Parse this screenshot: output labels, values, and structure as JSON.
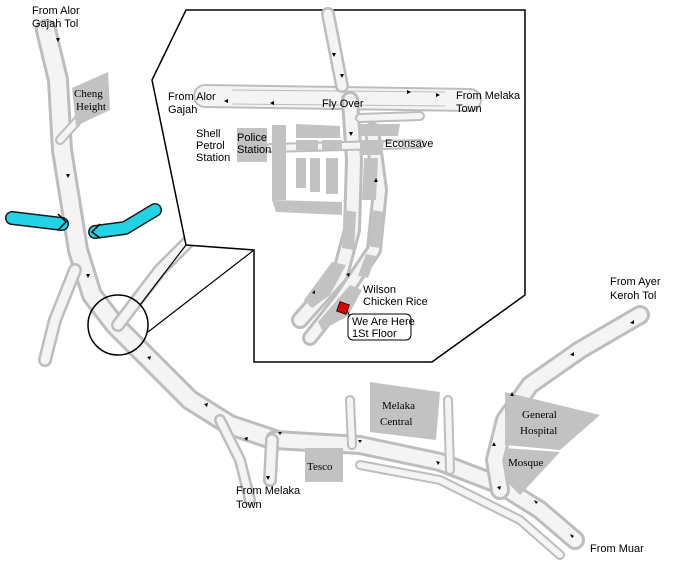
{
  "main_map": {
    "labels": {
      "from_alor_gajah_tol_1": "From Alor",
      "from_alor_gajah_tol_2": "Gajah Tol",
      "cheng_height_1": "Cheng",
      "cheng_height_2": "Height",
      "from_ayer_keroh_tol_1": "From Ayer",
      "from_ayer_keroh_tol_2": "Keroh Tol",
      "melaka_central_1": "Melaka",
      "melaka_central_2": "Central",
      "general_hospital_1": "General",
      "general_hospital_2": "Hospital",
      "mosque": "Mosque",
      "tesco": "Tesco",
      "from_melaka_town_1": "From Melaka",
      "from_melaka_town_2": "Town",
      "from_muar": "From Muar"
    }
  },
  "inset_map": {
    "labels": {
      "from_alor_gajah_1": "From Alor",
      "from_alor_gajah_2": "Gajah",
      "fly_over": "Fly Over",
      "from_melaka_town_1": "From Melaka",
      "from_melaka_town_2": "Town",
      "shell_1": "Shell",
      "shell_2": "Petrol",
      "shell_3": "Station",
      "police_1": "Police",
      "police_2": "Station",
      "econsave": "Econsave",
      "wilson_1": "Wilson",
      "wilson_2": "Chicken Rice",
      "we_are_here_1": "We Are Here",
      "we_are_here_2": "1St Floor"
    }
  },
  "colors": {
    "river": "#22d3e6",
    "building": "#c2c2c2",
    "marker": "#e00000",
    "road_edge": "#bdbdbd",
    "road_fill": "#f4f4f4"
  }
}
